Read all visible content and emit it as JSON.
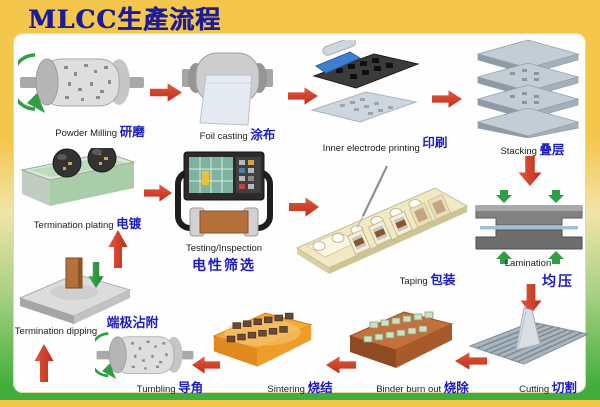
{
  "title": "MLCC生產流程",
  "colors": {
    "frame_yellow": "#F4C64C",
    "title_blue": "#1C1C96",
    "label_blue": "#1D1DBE",
    "arrow_red": "#C93A22",
    "arrow_green": "#2F9E44",
    "bottom_strip_green": "#3FAE3C"
  },
  "steps": [
    {
      "id": "powder-milling",
      "en": "Powder Milling",
      "zh": "研磨"
    },
    {
      "id": "foil-casting",
      "en": "Foil casting",
      "zh": "涂布"
    },
    {
      "id": "inner-electrode-printing",
      "en": "Inner electrode printing",
      "zh": "印刷"
    },
    {
      "id": "stacking",
      "en": "Stacking",
      "zh": "叠层"
    },
    {
      "id": "lamination",
      "en": "Lamination",
      "zh": "均压"
    },
    {
      "id": "cutting",
      "en": "Cutting",
      "zh": "切割"
    },
    {
      "id": "binder-burn-out",
      "en": "Binder burn out",
      "zh": "烧除"
    },
    {
      "id": "sintering",
      "en": "Sintering",
      "zh": "烧结"
    },
    {
      "id": "tumbling",
      "en": "Tumbling",
      "zh": "导角"
    },
    {
      "id": "termination-dipping",
      "en": "Termination dipping",
      "zh": "端极沾附"
    },
    {
      "id": "termination-plating",
      "en": "Termination plating",
      "zh": "电镀"
    },
    {
      "id": "testing-inspection",
      "en": "Testing/Inspection",
      "zh": "电性筛选"
    },
    {
      "id": "taping",
      "en": "Taping",
      "zh": "包装"
    }
  ]
}
